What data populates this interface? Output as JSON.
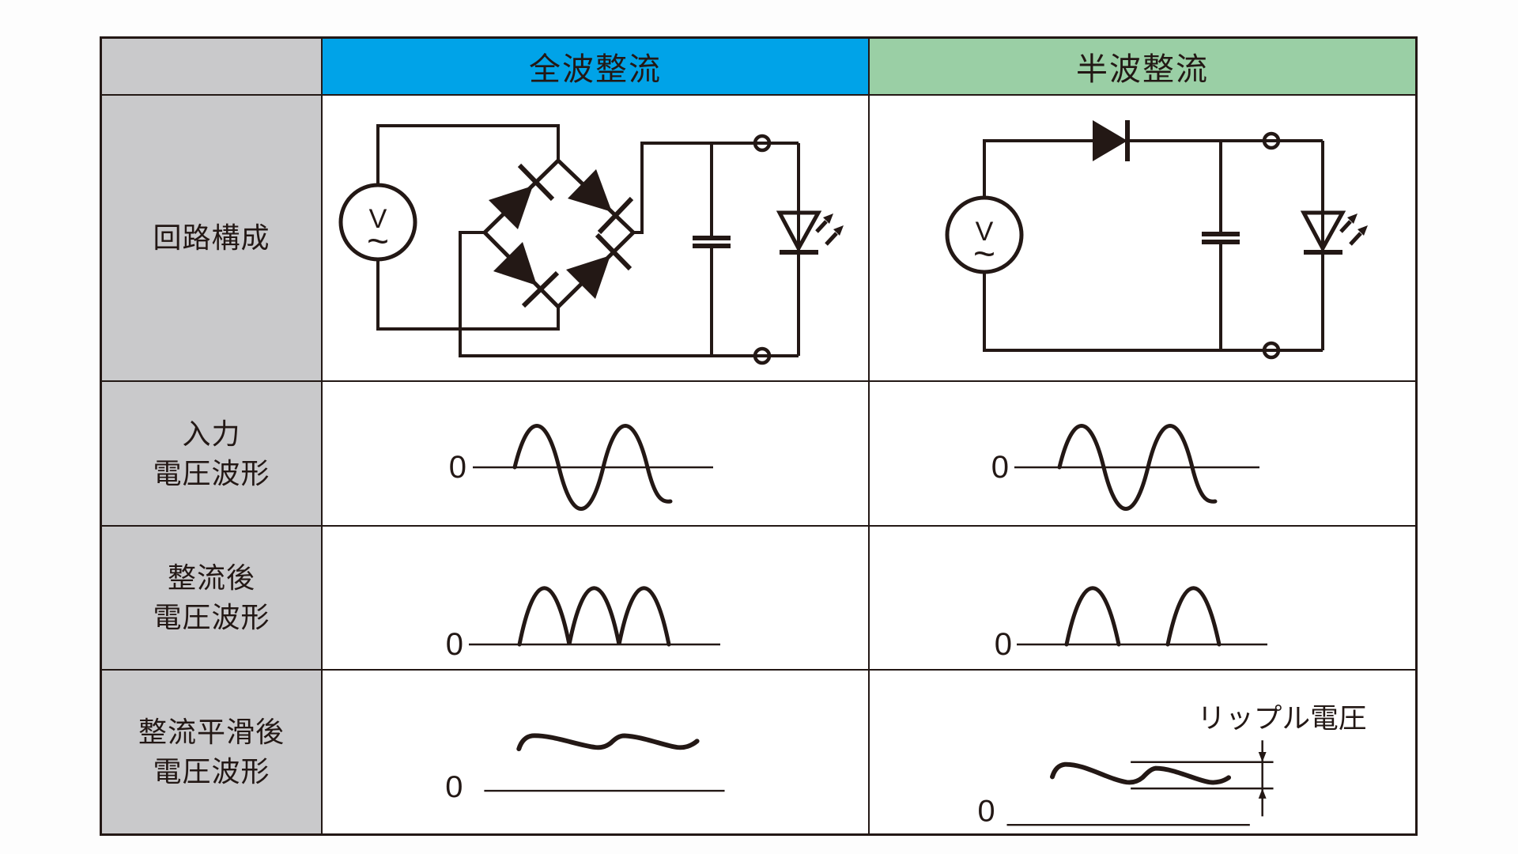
{
  "colors": {
    "ink": "#231815",
    "gray_cell": "#C9C9CB",
    "blue_header": "#00A3E8",
    "green_header": "#9ACFA5",
    "cell_bg": "#FFFFFF"
  },
  "header": {
    "col_fullwave": "全波整流",
    "col_halfwave": "半波整流"
  },
  "row_labels": {
    "circuit": {
      "line1": "回路構成"
    },
    "input": {
      "line1": "入力",
      "line2": "電圧波形"
    },
    "rectified": {
      "line1": "整流後",
      "line2": "電圧波形"
    },
    "smoothed": {
      "line1": "整流平滑後",
      "line2": "電圧波形"
    }
  },
  "circuit": {
    "ac_source_label": "V",
    "ac_source_wave": "~"
  },
  "waveform": {
    "zero_label": "0",
    "ripple_label": "リップル電圧"
  }
}
